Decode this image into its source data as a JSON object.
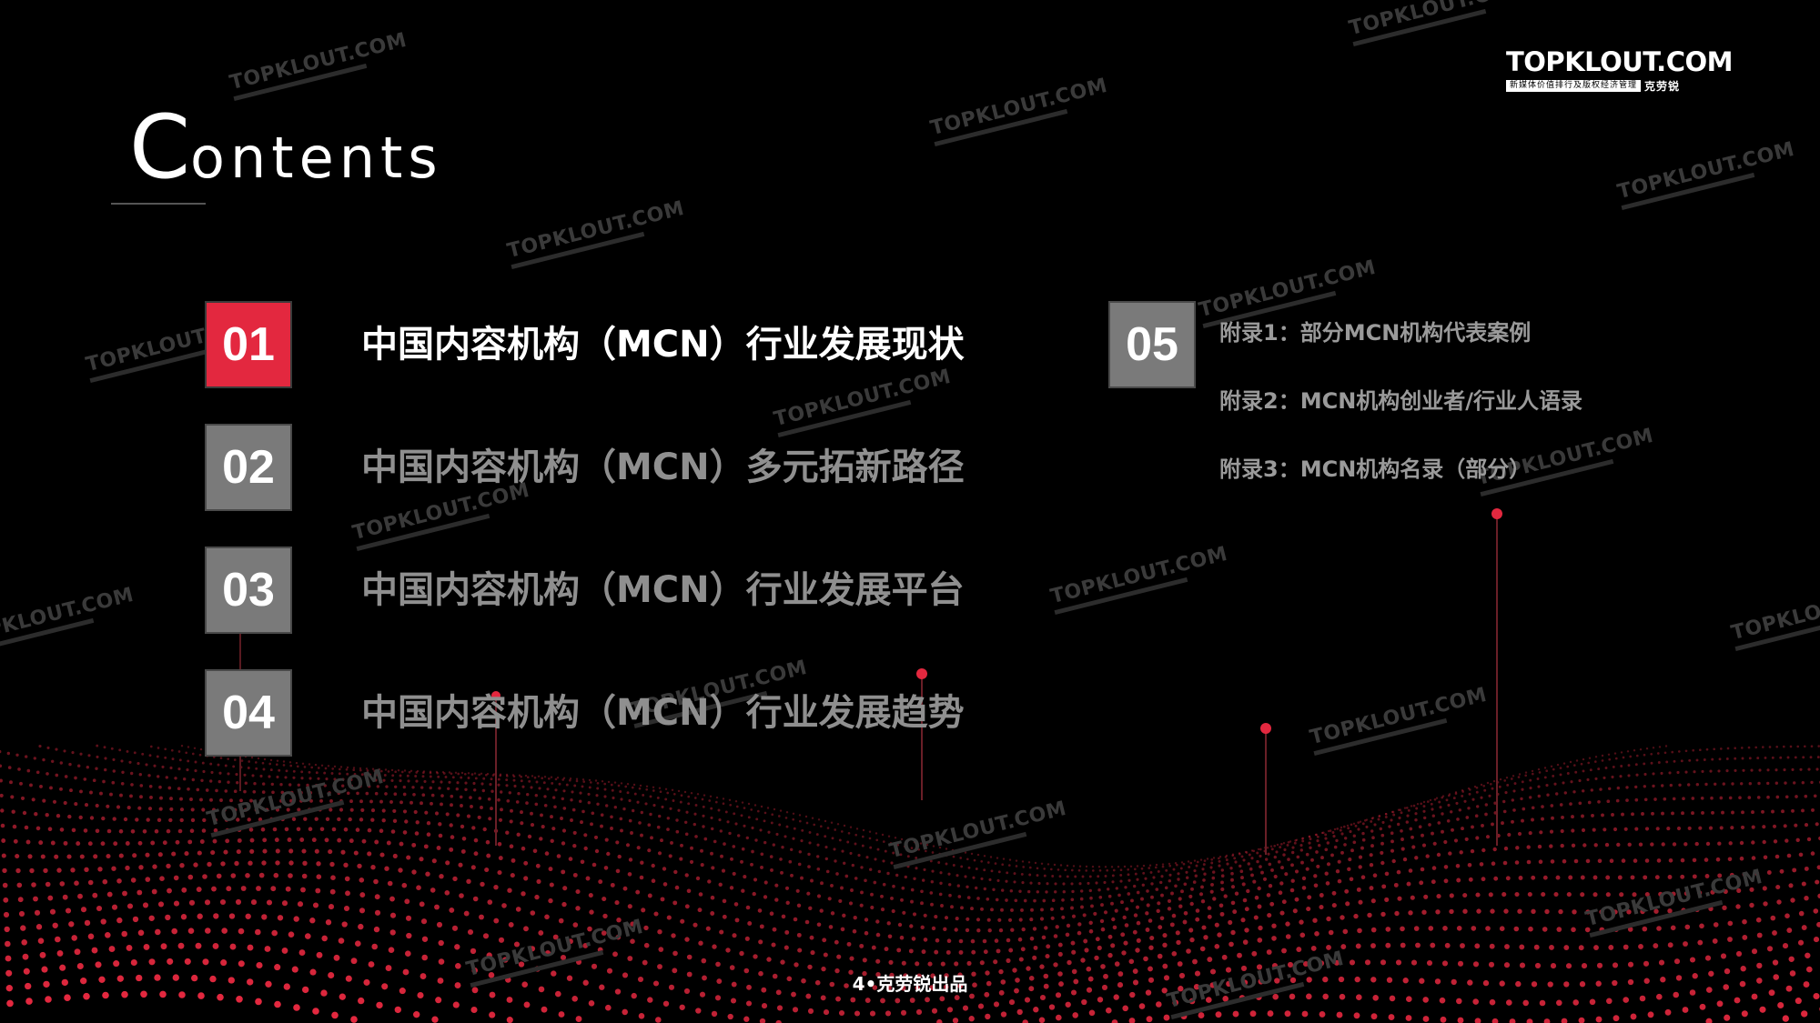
{
  "logo": {
    "main": "TOPKLOUT.COM",
    "tagline": "新媒体价值排行及版权经济管理",
    "brand_cn": "克劳锐"
  },
  "title": {
    "first_letter": "C",
    "rest": "ontents"
  },
  "toc": [
    {
      "number": "01",
      "label": "中国内容机构（MCN）行业发展现状",
      "active": true
    },
    {
      "number": "02",
      "label": "中国内容机构（MCN）多元拓新路径",
      "active": false
    },
    {
      "number": "03",
      "label": "中国内容机构（MCN）行业发展平台",
      "active": false
    },
    {
      "number": "04",
      "label": "中国内容机构（MCN）行业发展趋势",
      "active": false
    }
  ],
  "appendix_section": {
    "number": "05",
    "items": [
      "附录1：部分MCN机构代表案例",
      "附录2：MCN机构创业者/行业人语录",
      "附录3：MCN机构名录（部分）"
    ]
  },
  "watermark": {
    "text": "TOPKLOUT.COM"
  },
  "footer": {
    "text": "4•克劳锐出品"
  },
  "colors": {
    "accent": "#e3283f",
    "background": "#000000",
    "inactive_box": "#7a7a7a",
    "inactive_text": "#8f8f8f"
  }
}
